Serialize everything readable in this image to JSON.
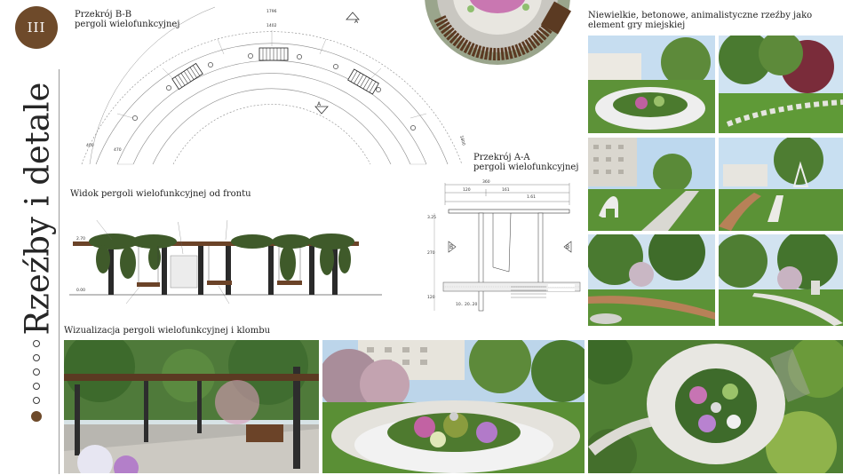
{
  "badge": "III",
  "side_title": "Rzeźby i detale",
  "pagination": {
    "total": 6,
    "active_index": 5
  },
  "section_bb": {
    "line1": "Przekrój B-B",
    "line2": "pergoli wielofunkcyjnej",
    "marker": "A"
  },
  "section_front": {
    "title": "Widok pergoli wielofunkcyjnej od frontu"
  },
  "section_aa": {
    "line1": "Przekrój A-A",
    "line2": "pergoli wielofunkcyjnej",
    "marker": "B"
  },
  "viz_title": "Wizualizacja pergoli wielofunkcyjnej i klombu",
  "sculptures_title": "Niewielkie, betonowe, animalistyczne rzeźby jako element gry miejskiej",
  "colors": {
    "accent_brown": "#6e4a2a",
    "ink": "#2b2b2b",
    "grass": "#4d8a2f",
    "sky": "#b9d4ea"
  }
}
